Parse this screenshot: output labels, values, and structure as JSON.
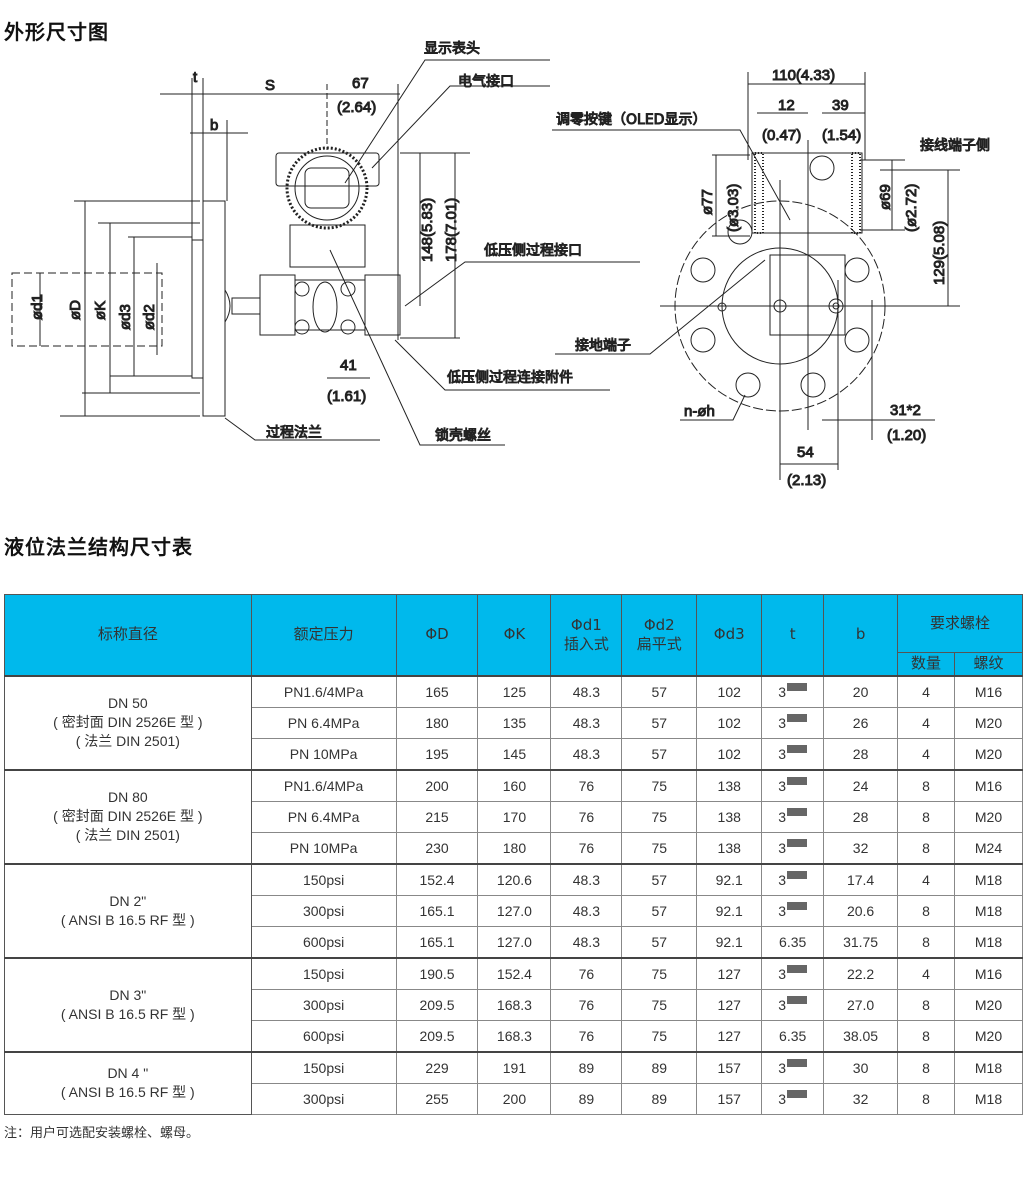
{
  "titles": {
    "outline_dimensions": "外形尺寸图",
    "flange_table": "液位法兰结构尺寸表"
  },
  "drawing": {
    "callouts": {
      "display_head": "显示表头",
      "electrical_connection": "电气接口",
      "low_pressure_process_port": "低压侧过程接口",
      "low_pressure_process_fitting": "低压侧过程连接附件",
      "process_flange": "过程法兰",
      "housing_lock_screw": "锁壳螺丝",
      "zero_button": "调零按键（OLED显示）",
      "terminal_side": "接线端子侧",
      "ground_terminal": "接地端子",
      "bolt_holes": "n-øh"
    },
    "dimensions": {
      "t": "t",
      "s": "S",
      "b": "b",
      "dim_67": "67",
      "dim_67_in": "(2.64)",
      "dim_148": "148(5.83)",
      "dim_178": "178(7.01)",
      "dim_41": "41",
      "dim_41_in": "(1.61)",
      "od1": "ød1",
      "oD": "øD",
      "oK": "øK",
      "od3": "ød3",
      "od2": "ød2",
      "dim_110": "110(4.33)",
      "dim_12": "12",
      "dim_12_in": "(0.47)",
      "dim_39": "39",
      "dim_39_in": "(1.54)",
      "dim_o77": "ø77",
      "dim_o77_in": "(ø3.03)",
      "dim_o69": "ø69",
      "dim_o69_in": "(ø2.72)",
      "dim_129": "129(5.08)",
      "dim_31": "31*2",
      "dim_31_in": "(1.20)",
      "dim_54": "54",
      "dim_54_in": "(2.13)"
    }
  },
  "table": {
    "headers": {
      "nominal_diameter": "标称直径",
      "rated_pressure": "额定压力",
      "phiD": "ΦD",
      "phiK": "ΦK",
      "phid1": "Φd1",
      "phid1_sub": "插入式",
      "phid2": "Φd2",
      "phid2_sub": "扁平式",
      "phid3": "Φd3",
      "t": "t",
      "b": "b",
      "bolts": "要求螺栓",
      "bolt_qty": "数量",
      "bolt_thread": "螺纹"
    },
    "groups": [
      {
        "name": [
          "DN 50",
          "( 密封面 DIN 2526E 型 )",
          "( 法兰 DIN 2501)"
        ],
        "rows": [
          {
            "pressure": "PN1.6/4MPa",
            "D": "165",
            "K": "125",
            "d1": "48.3",
            "d2": "57",
            "d3": "102",
            "t": "3",
            "t_mark": true,
            "b": "20",
            "qty": "4",
            "thread": "M16"
          },
          {
            "pressure": "PN 6.4MPa",
            "D": "180",
            "K": "135",
            "d1": "48.3",
            "d2": "57",
            "d3": "102",
            "t": "3",
            "t_mark": true,
            "b": "26",
            "qty": "4",
            "thread": "M20"
          },
          {
            "pressure": "PN 10MPa",
            "D": "195",
            "K": "145",
            "d1": "48.3",
            "d2": "57",
            "d3": "102",
            "t": "3",
            "t_mark": true,
            "b": "28",
            "qty": "4",
            "thread": "M20"
          }
        ]
      },
      {
        "name": [
          "DN 80",
          "( 密封面 DIN 2526E 型 )",
          "( 法兰 DIN 2501)"
        ],
        "rows": [
          {
            "pressure": "PN1.6/4MPa",
            "D": "200",
            "K": "160",
            "d1": "76",
            "d2": "75",
            "d3": "138",
            "t": "3",
            "t_mark": true,
            "b": "24",
            "qty": "8",
            "thread": "M16"
          },
          {
            "pressure": "PN 6.4MPa",
            "D": "215",
            "K": "170",
            "d1": "76",
            "d2": "75",
            "d3": "138",
            "t": "3",
            "t_mark": true,
            "b": "28",
            "qty": "8",
            "thread": "M20"
          },
          {
            "pressure": "PN 10MPa",
            "D": "230",
            "K": "180",
            "d1": "76",
            "d2": "75",
            "d3": "138",
            "t": "3",
            "t_mark": true,
            "b": "32",
            "qty": "8",
            "thread": "M24"
          }
        ]
      },
      {
        "name": [
          "DN 2\"",
          "( ANSI B 16.5 RF 型 )"
        ],
        "rows": [
          {
            "pressure": "150psi",
            "D": "152.4",
            "K": "120.6",
            "d1": "48.3",
            "d2": "57",
            "d3": "92.1",
            "t": "3",
            "t_mark": true,
            "b": "17.4",
            "qty": "4",
            "thread": "M18"
          },
          {
            "pressure": "300psi",
            "D": "165.1",
            "K": "127.0",
            "d1": "48.3",
            "d2": "57",
            "d3": "92.1",
            "t": "3",
            "t_mark": true,
            "b": "20.6",
            "qty": "8",
            "thread": "M18"
          },
          {
            "pressure": "600psi",
            "D": "165.1",
            "K": "127.0",
            "d1": "48.3",
            "d2": "57",
            "d3": "92.1",
            "t": "6.35",
            "t_mark": false,
            "b": "31.75",
            "qty": "8",
            "thread": "M18"
          }
        ]
      },
      {
        "name": [
          "DN 3\"",
          "( ANSI B 16.5 RF 型 )"
        ],
        "rows": [
          {
            "pressure": "150psi",
            "D": "190.5",
            "K": "152.4",
            "d1": "76",
            "d2": "75",
            "d3": "127",
            "t": "3",
            "t_mark": true,
            "b": "22.2",
            "qty": "4",
            "thread": "M16"
          },
          {
            "pressure": "300psi",
            "D": "209.5",
            "K": "168.3",
            "d1": "76",
            "d2": "75",
            "d3": "127",
            "t": "3",
            "t_mark": true,
            "b": "27.0",
            "qty": "8",
            "thread": "M20"
          },
          {
            "pressure": "600psi",
            "D": "209.5",
            "K": "168.3",
            "d1": "76",
            "d2": "75",
            "d3": "127",
            "t": "6.35",
            "t_mark": false,
            "b": "38.05",
            "qty": "8",
            "thread": "M20"
          }
        ]
      },
      {
        "name": [
          "DN 4 \"",
          "( ANSI B 16.5 RF 型 )"
        ],
        "rows": [
          {
            "pressure": "150psi",
            "D": "229",
            "K": "191",
            "d1": "89",
            "d2": "89",
            "d3": "157",
            "t": "3",
            "t_mark": true,
            "b": "30",
            "qty": "8",
            "thread": "M18"
          },
          {
            "pressure": "300psi",
            "D": "255",
            "K": "200",
            "d1": "89",
            "d2": "89",
            "d3": "157",
            "t": "3",
            "t_mark": true,
            "b": "32",
            "qty": "8",
            "thread": "M18"
          }
        ]
      }
    ],
    "header_color": "#00b9ec"
  },
  "note": "注：用户可选配安装螺栓、螺母。"
}
